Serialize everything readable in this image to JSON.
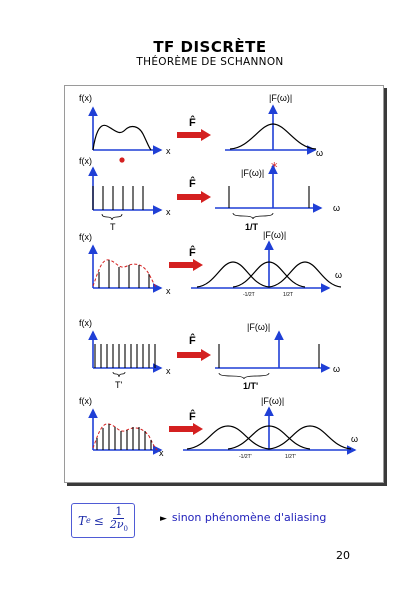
{
  "slide": {
    "title": "TF DISCRÈTE",
    "subtitle": "THÉORÈME DE SCHANNON",
    "page_number": "20"
  },
  "figure": {
    "rows": [
      {
        "y_label": "f(x)",
        "x_label": "x",
        "operator": "F̂",
        "spec_label": "|F(ω)|",
        "spec_axis": "ω",
        "period_label": "",
        "spec_period_label": "",
        "tick_left": "",
        "tick_right": ""
      },
      {
        "y_label": "f(x)",
        "x_label": "x",
        "operator": "F̂",
        "spec_label": "|F(ω)|",
        "spec_axis": "ω",
        "period_label": "T",
        "spec_period_label": "1/T",
        "tick_left": "",
        "tick_right": ""
      },
      {
        "y_label": "f(x)",
        "x_label": "x",
        "operator": "F̂",
        "spec_label": "|F(ω)|",
        "spec_axis": "ω",
        "period_label": "",
        "spec_period_label": "",
        "tick_left": "-1/2T",
        "tick_right": "1/2T"
      },
      {
        "y_label": "f(x)",
        "x_label": "x",
        "operator": "F̂",
        "spec_label": "|F(ω)|",
        "spec_axis": "ω",
        "period_label": "T'",
        "spec_period_label": "1/T'",
        "tick_left": "",
        "tick_right": ""
      },
      {
        "y_label": "f(x)",
        "x_label": "x",
        "operator": "F̂",
        "spec_label": "|F(ω)|",
        "spec_axis": "ω",
        "period_label": "",
        "spec_period_label": "",
        "tick_left": "-1/2T'",
        "tick_right": "1/2T'"
      }
    ],
    "colors": {
      "axis": "#1f3fd6",
      "arrow": "#d42020",
      "dashed": "#d42020",
      "curve": "#000000"
    }
  },
  "formula": {
    "lhs": "T",
    "lhs_sub": "e",
    "relation": "≤",
    "numerator": "1",
    "denominator": "2ν",
    "denominator_sub": "0"
  },
  "note": {
    "text": "sinon phénomène d'aliasing"
  }
}
